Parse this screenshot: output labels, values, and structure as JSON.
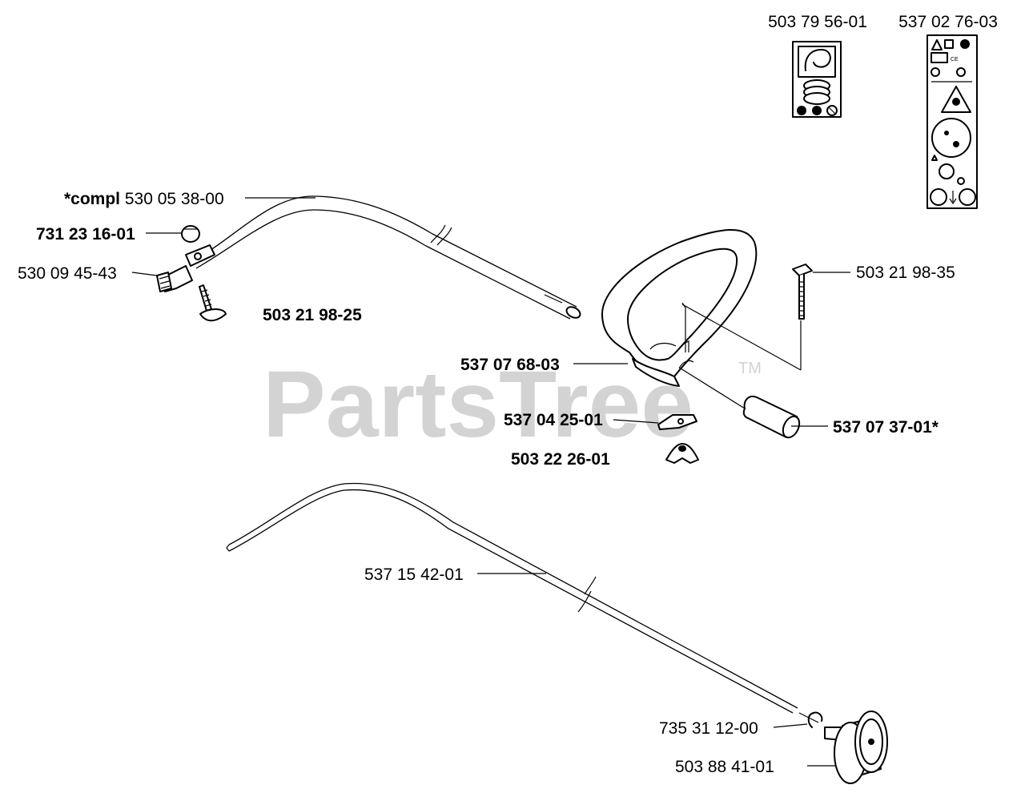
{
  "watermark": {
    "brand": "PartsTree",
    "trademark": "TM"
  },
  "parts": [
    {
      "id": "decal-1",
      "number": "503 79 56-01",
      "bold": false,
      "prefix": "",
      "suffix": ""
    },
    {
      "id": "decal-2",
      "number": "537 02 76-03",
      "bold": false,
      "prefix": "",
      "suffix": ""
    },
    {
      "id": "shaft-complete",
      "number": "530 05 38-00",
      "bold": false,
      "prefix": "*compl",
      "suffix": ""
    },
    {
      "id": "nut",
      "number": "731 23 16-01",
      "bold": true,
      "prefix": "",
      "suffix": ""
    },
    {
      "id": "clamp-bolt",
      "number": "530 09 45-43",
      "bold": false,
      "prefix": "",
      "suffix": ""
    },
    {
      "id": "screw",
      "number": "503 21 98-25",
      "bold": true,
      "prefix": "",
      "suffix": ""
    },
    {
      "id": "handle-screw",
      "number": "503 21 98-35",
      "bold": false,
      "prefix": "",
      "suffix": ""
    },
    {
      "id": "handle",
      "number": "537 07 68-03",
      "bold": true,
      "prefix": "",
      "suffix": ""
    },
    {
      "id": "bracket",
      "number": "537 04 25-01",
      "bold": true,
      "prefix": "",
      "suffix": ""
    },
    {
      "id": "spacer",
      "number": "537 07 37-01",
      "bold": true,
      "prefix": "",
      "suffix": "*"
    },
    {
      "id": "wing-nut",
      "number": "503 22 26-01",
      "bold": true,
      "prefix": "",
      "suffix": ""
    },
    {
      "id": "drive-shaft",
      "number": "537 15 42-01",
      "bold": false,
      "prefix": "",
      "suffix": ""
    },
    {
      "id": "circlip",
      "number": "735 31 12-00",
      "bold": false,
      "prefix": "",
      "suffix": ""
    },
    {
      "id": "drum",
      "number": "503 88 41-01",
      "bold": false,
      "prefix": "",
      "suffix": ""
    }
  ]
}
